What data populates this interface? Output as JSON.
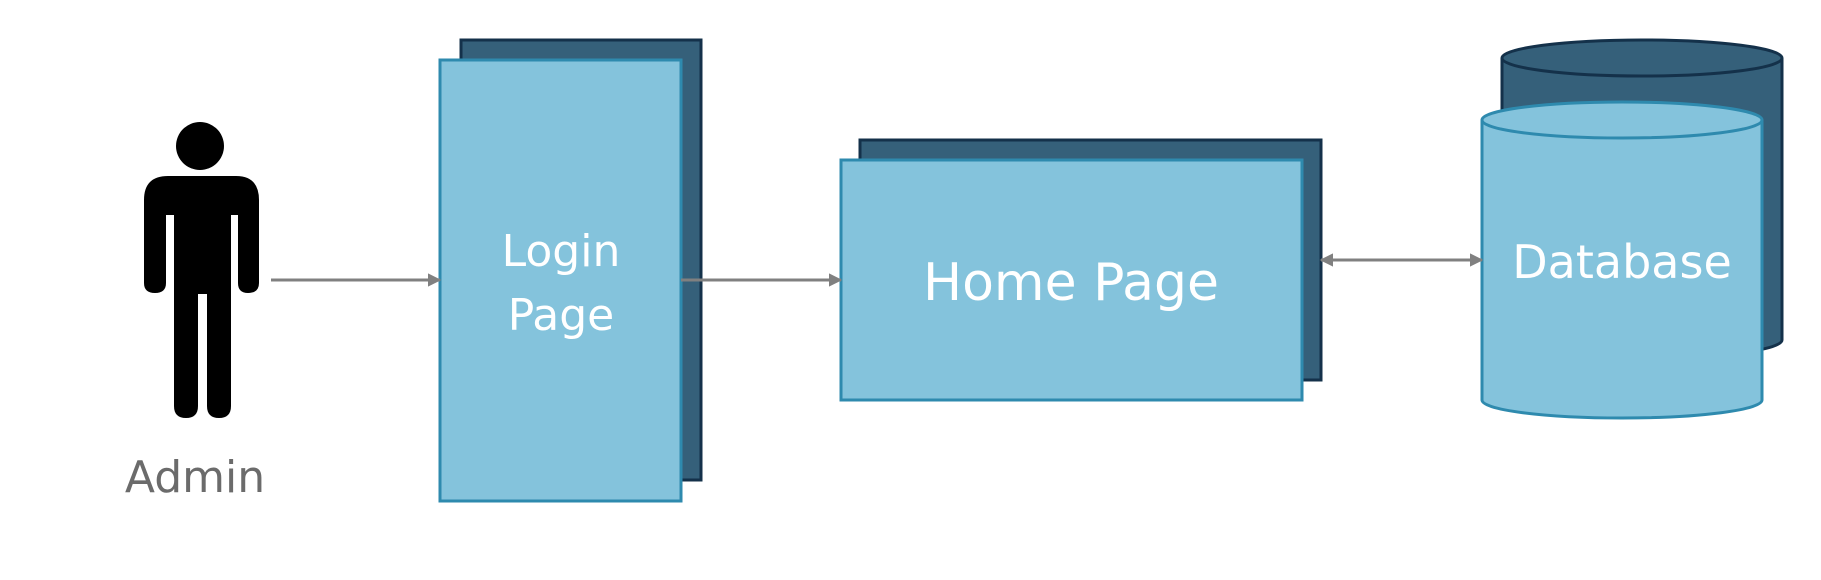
{
  "diagram": {
    "actor": {
      "label": "Admin",
      "icon": "person-icon"
    },
    "login": {
      "line1": "Login",
      "line2": "Page"
    },
    "home": {
      "label": "Home Page"
    },
    "database": {
      "label": "Database",
      "icon": "database-icon"
    }
  },
  "colors": {
    "node_fill": "#84C3DC",
    "node_stroke": "#2E8AAE",
    "shadow_fill": "#35607A",
    "shadow_stroke": "#14314A",
    "arrow": "#808080",
    "actor": "#000000",
    "actor_label": "#6b6b6b",
    "node_text": "#ffffff"
  }
}
